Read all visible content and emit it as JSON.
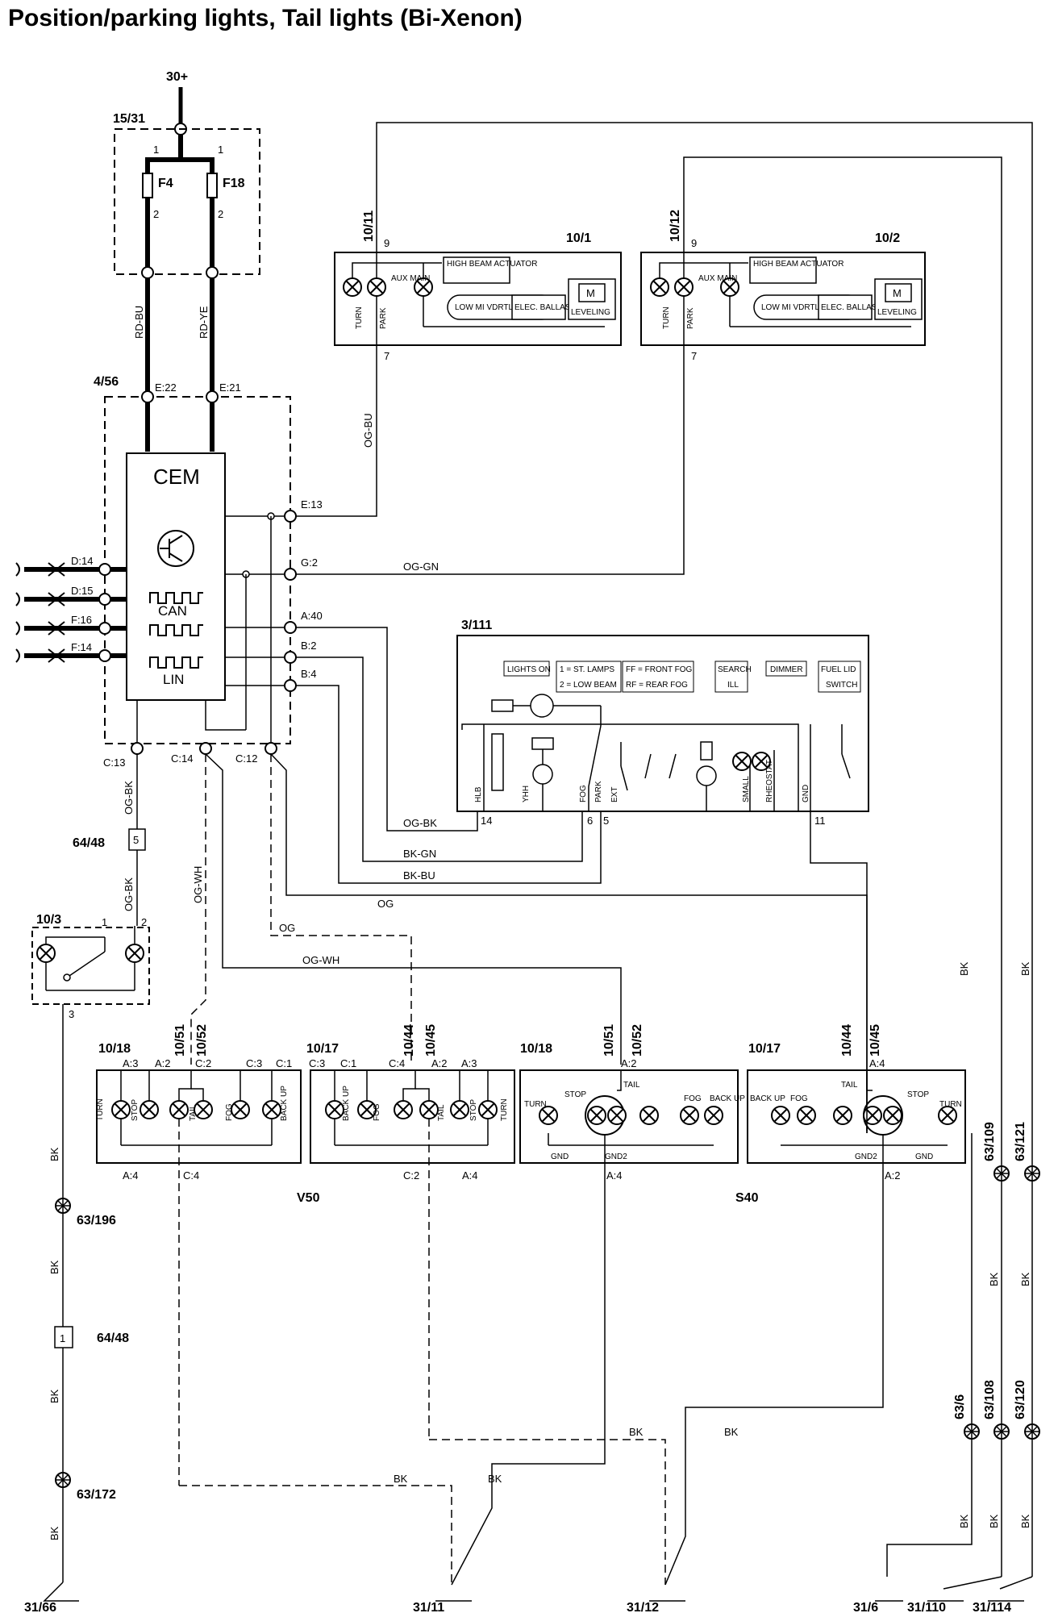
{
  "title": "Position/parking lights, Tail lights (Bi-Xenon)",
  "supply": "30+",
  "fusebox": {
    "id": "15/31",
    "fuses": [
      "F4",
      "F18"
    ],
    "pin_in": "1",
    "pin_out": "2"
  },
  "wires_top": [
    "RD-BU",
    "RD-YE"
  ],
  "cem": {
    "id": "4/56",
    "name": "CEM",
    "pins_top": [
      "E:22",
      "E:21"
    ],
    "pins_right": [
      "E:13",
      "G:2",
      "A:40",
      "B:2",
      "B:4"
    ],
    "pins_left": [
      "D:14",
      "D:15",
      "F:16",
      "F:14"
    ],
    "pins_bottom": [
      "C:13",
      "C:14",
      "C:12"
    ],
    "blocks": [
      "CAN",
      "LIN"
    ]
  },
  "headlamps": [
    {
      "id": "10/11",
      "unit": "10/1",
      "pin_top": "9",
      "pin_bottom": "7",
      "labels": [
        "HIGH BEAM ACTUATOR",
        "AUX MAIN",
        "LOW MI VDRTL",
        "ELEC. BALLAST",
        "LEVELING",
        "TURN",
        "PARK"
      ]
    },
    {
      "id": "10/12",
      "unit": "10/2",
      "pin_top": "9",
      "pin_bottom": "7",
      "labels": [
        "HIGH BEAM ACTUATOR",
        "AUX MAIN",
        "LOW MI VDRTL",
        "ELEC. BALLAST",
        "LEVELING",
        "TURN",
        "PARK"
      ]
    }
  ],
  "wires_mid": [
    "OG-BU",
    "OG-GN",
    "OG-BK",
    "BK-GN",
    "BK-BU",
    "OG",
    "OG",
    "OG-WH",
    "OG-BK",
    "OG-WH",
    "OG-BK"
  ],
  "switch": {
    "id": "3/111",
    "legend": [
      "LIGHTS ON",
      "1 = ST. LAMPS",
      "2 = LOW BEAM",
      "FF = FRONT FOG",
      "RF = REAR FOG",
      "SEARCH",
      "ILL",
      "DIMMER",
      "FUEL LID",
      "SWITCH"
    ],
    "pins": [
      "14",
      "6",
      "5",
      "11"
    ],
    "pin_labels": [
      "HLB",
      "YHH",
      "FOG",
      "PARK",
      "EXT",
      "SMALL",
      "RHEOSTAT",
      "GND"
    ]
  },
  "relay_fuse": {
    "conn_upper": "64/48",
    "upper_pin": "5",
    "lower_pin": "1"
  },
  "rear_switch": {
    "id": "10/3",
    "pins": [
      "1",
      "2",
      "3"
    ]
  },
  "v50_label": "V50",
  "s40_label": "S40",
  "rear_lamps": [
    {
      "group": "10/18",
      "ids": [
        "10/51",
        "10/52"
      ],
      "pins_top": [
        "A:3",
        "A:2",
        "C:2",
        "C:3",
        "C:1"
      ],
      "pins_bottom": [
        "A:4",
        "C:4"
      ],
      "lamps": [
        "TURN",
        "STOP",
        "TAIL",
        "FOG",
        "BACK UP"
      ]
    },
    {
      "group": "10/17",
      "ids": [
        "10/44",
        "10/45"
      ],
      "pins_top": [
        "C:3",
        "C:1",
        "C:4",
        "A:2",
        "A:3"
      ],
      "pins_bottom": [
        "C:2",
        "A:4"
      ],
      "lamps": [
        "BACK UP",
        "FOG",
        "TAIL",
        "STOP",
        "TURN"
      ]
    },
    {
      "group": "10/18",
      "ids": [
        "10/51",
        "10/52"
      ],
      "pins_top": [
        "A:2"
      ],
      "pins_bottom": [
        "A:4"
      ],
      "lamps": [
        "TURN",
        "STOP",
        "TAIL",
        "FOG",
        "BACK UP",
        "GND",
        "GND2"
      ]
    },
    {
      "group": "10/17",
      "ids": [
        "10/44",
        "10/45"
      ],
      "pins_top": [
        "A:4"
      ],
      "pins_bottom": [
        "A:2"
      ],
      "lamps": [
        "BACK UP",
        "FOG",
        "TAIL",
        "STOP",
        "TURN",
        "GND2",
        "GND"
      ]
    }
  ],
  "splices": [
    "63/196",
    "63/172",
    "63/109",
    "63/121",
    "63/6",
    "63/108",
    "63/120"
  ],
  "ground_wire": "BK",
  "grounds": [
    "31/66",
    "31/11",
    "31/12",
    "31/6",
    "31/110",
    "31/114"
  ]
}
